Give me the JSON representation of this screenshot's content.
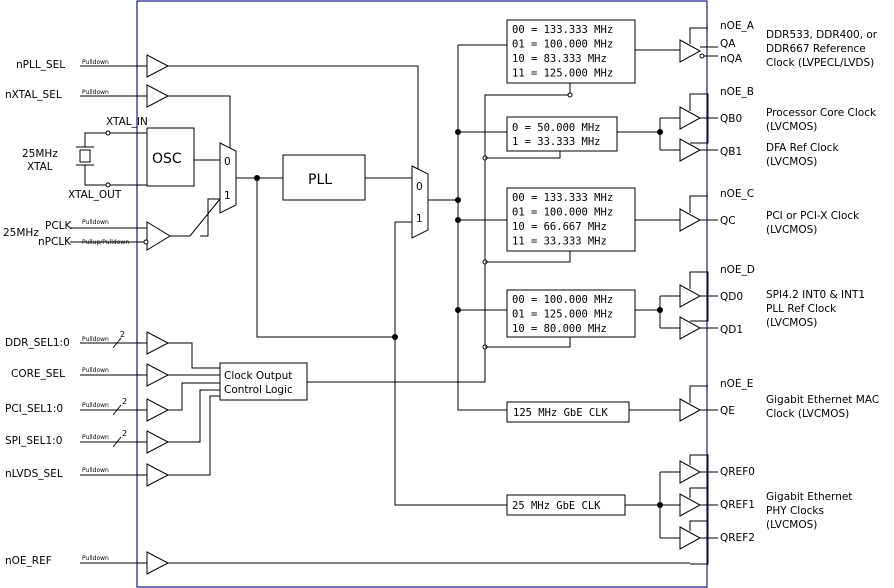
{
  "inputs": {
    "npll_sel": "nPLL_SEL",
    "nxtal_sel": "nXTAL_SEL",
    "xtal_freq": "25MHz",
    "xtal_label": "XTAL",
    "xtal_in": "XTAL_IN",
    "xtal_out": "XTAL_OUT",
    "pclk_freq": "25MHz",
    "pclk": "PCLK",
    "npclk": "nPCLK",
    "ddr_sel": "DDR_SEL1:0",
    "core_sel": "CORE_SEL",
    "pci_sel": "PCI_SEL1:0",
    "spi_sel": "SPI_SEL1:0",
    "nlvds_sel": "nLVDS_SEL",
    "noe_ref": "nOE_REF",
    "pulldown": "Pulldown",
    "pullup_pulldown": "Pullup/Pulldown",
    "bus_width": "2"
  },
  "blocks": {
    "osc": "OSC",
    "pll": "PLL",
    "mux0": "0",
    "mux1": "1",
    "control_line1": "Clock Output",
    "control_line2": "Control Logic"
  },
  "divider_a": [
    "00 = 133.333 MHz",
    "01 = 100.000 MHz",
    "10 = 83.333 MHz",
    "11 = 125.000 MHz"
  ],
  "divider_b": [
    "0 = 50.000 MHz",
    "1 = 33.333 MHz"
  ],
  "divider_c": [
    "00 = 133.333 MHz",
    "01 = 100.000 MHz",
    "10 = 66.667 MHz",
    "11 = 33.333 MHz"
  ],
  "divider_d": [
    "00 = 100.000 MHz",
    "01 = 125.000 MHz",
    "10 = 80.000 MHz"
  ],
  "divider_e": "125 MHz GbE CLK",
  "divider_ref": "25 MHz GbE CLK",
  "outputs": {
    "noe_a": "nOE_A",
    "qa": "QA",
    "nqa": "nQA",
    "noe_b": "nOE_B",
    "qb0": "QB0",
    "qb1": "QB1",
    "noe_c": "nOE_C",
    "qc": "QC",
    "noe_d": "nOE_D",
    "qd0": "QD0",
    "qd1": "QD1",
    "noe_e": "nOE_E",
    "qe": "QE",
    "qref0": "QREF0",
    "qref1": "QREF1",
    "qref2": "QREF2"
  },
  "descriptions": {
    "a": [
      "DDR533, DDR400, or",
      "DDR667 Reference",
      "Clock (LVPECL/LVDS)"
    ],
    "b0": [
      "Processor Core Clock",
      "(LVCMOS)"
    ],
    "b1": [
      "DFA Ref Clock",
      "(LVCMOS)"
    ],
    "c": [
      "PCI or PCI-X Clock",
      "(LVCMOS)"
    ],
    "d": [
      "SPI4.2 INT0 & INT1",
      "PLL Ref Clock",
      "(LVCMOS)"
    ],
    "e": [
      "Gigabit Ethernet MAC",
      "Clock (LVCMOS)"
    ],
    "ref": [
      "Gigabit Ethernet",
      "PHY Clocks",
      "(LVCMOS)"
    ]
  }
}
